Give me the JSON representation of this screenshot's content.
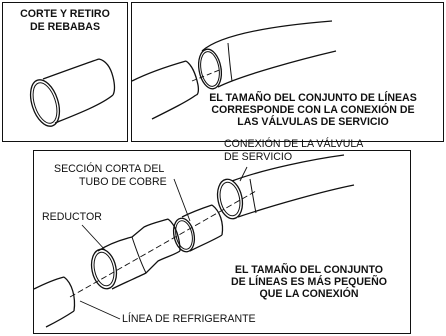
{
  "panel_cut": {
    "heading_line1": "CORTE Y RETIRO",
    "heading_line2": "DE REBABAS"
  },
  "panel_match": {
    "caption_line1": "EL TAMAÑO DEL CONJUNTO DE LÍNEAS",
    "caption_line2": "CORRESPONDE CON LA CONEXIÓN DE",
    "caption_line3": "LAS VÁLVULAS DE SERVICIO"
  },
  "panel_reducer": {
    "callout_valve_line1": "CONEXIÓN DE LA VÁLVULA",
    "callout_valve_line2": "DE SERVICIO",
    "callout_copper_line1": "SECCIÓN CORTA DEL",
    "callout_copper_line2": "TUBO DE COBRE",
    "callout_reducer": "REDUCTOR",
    "callout_line": "LÍNEA DE REFRIGERANTE",
    "caption_line1": "EL TAMAÑO DEL CONJUNTO",
    "caption_line2": "DE LÍNEAS ES MÁS PEQUEÑO",
    "caption_line3": "QUE LA CONEXIÓN"
  }
}
